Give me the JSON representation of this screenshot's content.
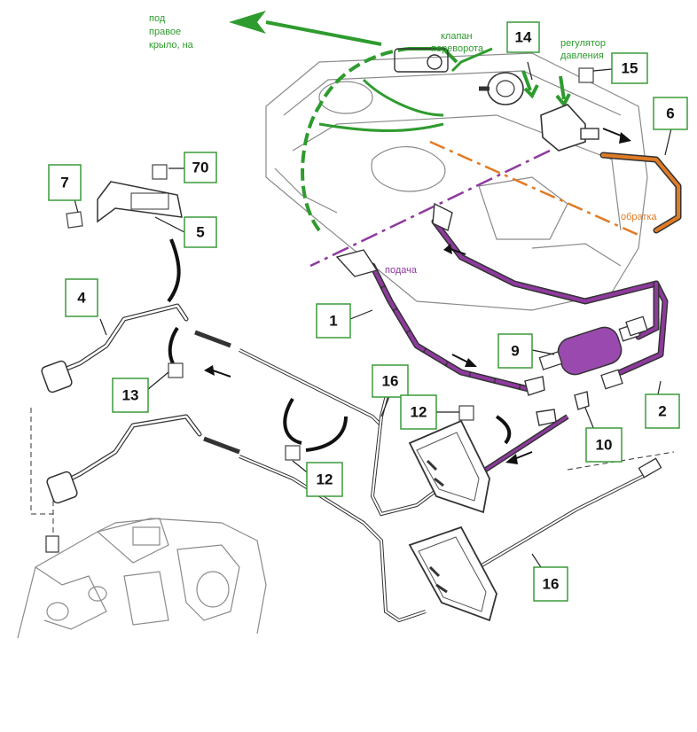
{
  "notes": {
    "under_wing": [
      "под",
      "правое",
      "крыло, на"
    ],
    "rollover_valve": [
      "клапан",
      "переворота"
    ],
    "pressure_regulator": [
      "регулятор",
      "давления"
    ],
    "return": "обратка",
    "supply": "подача"
  },
  "callouts": {
    "c14": "14",
    "c15": "15",
    "c6": "6",
    "c7": "7",
    "c70": "70",
    "c5": "5",
    "c4": "4",
    "c1": "1",
    "c9": "9",
    "c13": "13",
    "c16a": "16",
    "c12a": "12",
    "c2": "2",
    "c10": "10",
    "c12b": "12",
    "c16b": "16"
  },
  "colors": {
    "green": "#2e9b2e",
    "orange": "#e07b25",
    "purple": "#8e3a9e",
    "line": "#333333",
    "box_border": "#3a9a3a"
  }
}
